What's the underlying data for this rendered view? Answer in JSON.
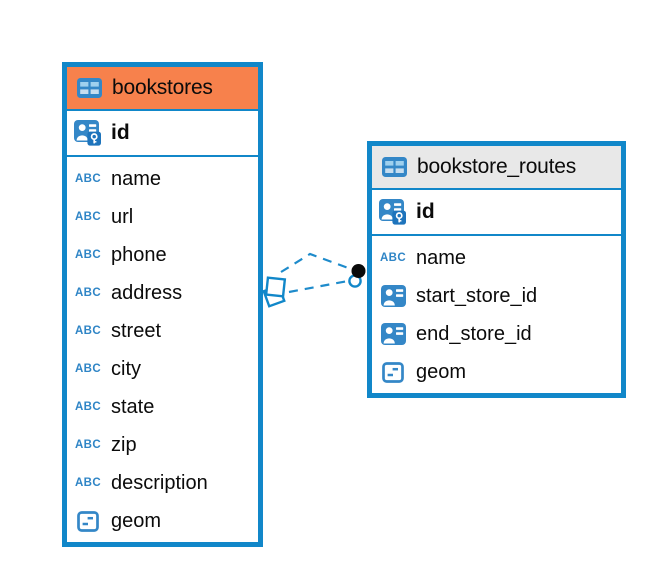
{
  "diagram": {
    "background_color": "#FFFFFF",
    "accent_blue": "#1187C9",
    "text_type_badge": "ABC",
    "tables": [
      {
        "name": "bookstores",
        "header_color": "#F7814C",
        "primary_key": {
          "name": "id",
          "type": "person-key"
        },
        "columns": [
          {
            "name": "name",
            "type": "text"
          },
          {
            "name": "url",
            "type": "text"
          },
          {
            "name": "phone",
            "type": "text"
          },
          {
            "name": "address",
            "type": "text"
          },
          {
            "name": "street",
            "type": "text"
          },
          {
            "name": "city",
            "type": "text"
          },
          {
            "name": "state",
            "type": "text"
          },
          {
            "name": "zip",
            "type": "text"
          },
          {
            "name": "description",
            "type": "text"
          },
          {
            "name": "geom",
            "type": "geometry"
          }
        ]
      },
      {
        "name": "bookstore_routes",
        "header_color": "#E8E8E8",
        "primary_key": {
          "name": "id",
          "type": "person-key"
        },
        "columns": [
          {
            "name": "name",
            "type": "text"
          },
          {
            "name": "start_store_id",
            "type": "reference"
          },
          {
            "name": "end_store_id",
            "type": "reference"
          },
          {
            "name": "geom",
            "type": "geometry"
          }
        ]
      }
    ],
    "relationship": {
      "from_table": "bookstores",
      "to_table": "bookstore_routes",
      "line_style": "dashed",
      "line_color": "#1E8BCB",
      "source_marker": "stacked-squares",
      "target_marker": "black-dot"
    }
  }
}
